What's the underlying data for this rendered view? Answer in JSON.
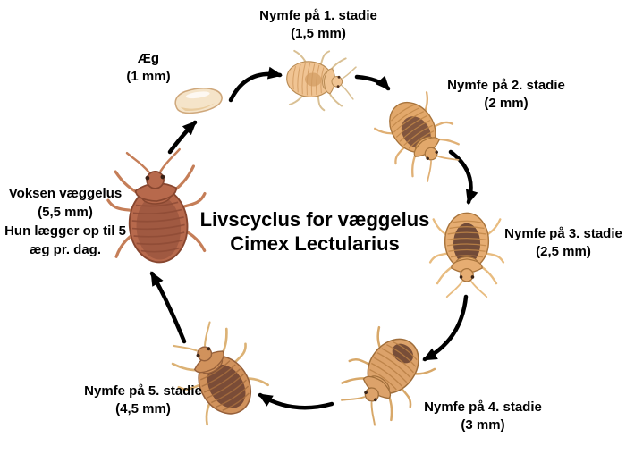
{
  "title": {
    "line1": "Livscyclus for væggelus",
    "line2": "Cimex Lectularius"
  },
  "stages": [
    {
      "id": "egg",
      "label": "Æg",
      "size": "(1 mm)"
    },
    {
      "id": "nymph1",
      "label": "Nymfe på 1. stadie",
      "size": "(1,5 mm)"
    },
    {
      "id": "nymph2",
      "label": "Nymfe på 2. stadie",
      "size": "(2 mm)"
    },
    {
      "id": "nymph3",
      "label": "Nymfe på 3. stadie",
      "size": "(2,5 mm)"
    },
    {
      "id": "nymph4",
      "label": "Nymfe på 4. stadie",
      "size": "(3 mm)"
    },
    {
      "id": "nymph5",
      "label": "Nymfe på 5. stadie",
      "size": "(4,5 mm)"
    },
    {
      "id": "adult",
      "label": "Voksen væggelus",
      "size": "(5,5 mm)",
      "note_line1": "Hun lægger op til 5",
      "note_line2": "æg pr. dag."
    }
  ],
  "colors": {
    "background": "#ffffff",
    "text": "#000000",
    "arrow": "#000000"
  },
  "illustrations": {
    "egg": {
      "shell": "#f5e4c9",
      "outline": "#cfa87c",
      "shade": "#e9cb9d",
      "highlight": "#ffffff"
    },
    "nymph1": {
      "body": "#f0c493",
      "stripe": "#d09a60",
      "outline": "#b98c55",
      "legs": "#d9c094",
      "patch": "#c98f52",
      "eye": "#4a2c1c"
    },
    "nymph2": {
      "body": "#e2a86b",
      "stripe": "#c08648",
      "outline": "#a8743c",
      "legs": "#e0b075",
      "patch": "#6d4434",
      "eye": "#3a2418"
    },
    "nymph3": {
      "body": "#e6ad72",
      "stripe": "#c08648",
      "outline": "#a8743c",
      "legs": "#e8bc80",
      "patch": "#5d392e",
      "eye": "#3a2418"
    },
    "nymph4": {
      "body": "#dca26a",
      "stripe": "#b97f44",
      "outline": "#a06e3a",
      "legs": "#d8a869",
      "patch": "#5f3a2c",
      "eye": "#3a2418"
    },
    "nymph5": {
      "body": "#d1925c",
      "stripe": "#a86f3e",
      "outline": "#96603a",
      "legs": "#dcb275",
      "patch": "#6b4030",
      "eye": "#3a2418"
    },
    "adult": {
      "body": "#b7694c",
      "stripe": "#8e4b36",
      "outline": "#87462f",
      "legs": "#c57e58",
      "patch": "#8a4a36",
      "eye": "#3a2015"
    }
  }
}
